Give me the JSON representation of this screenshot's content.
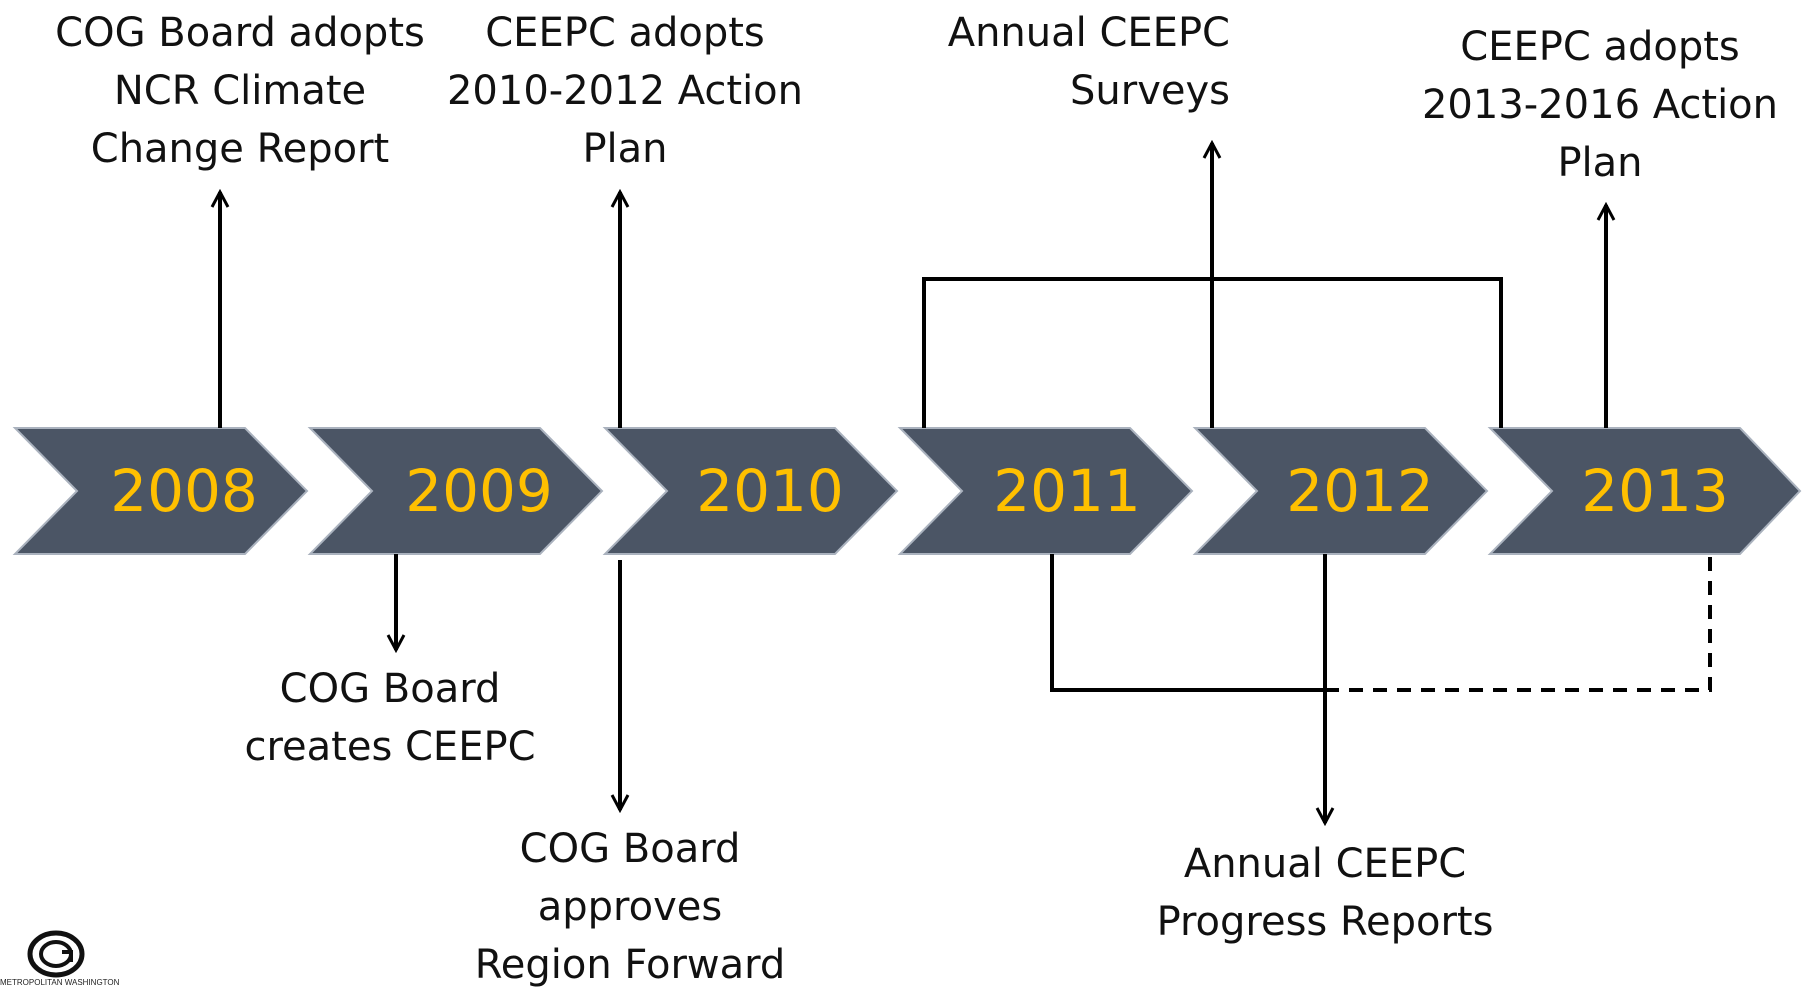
{
  "timeline": {
    "years": [
      "2008",
      "2009",
      "2010",
      "2011",
      "2012",
      "2013"
    ],
    "colors": {
      "chevron_fill": "#4B5565",
      "chevron_edge": "#AAB2BE",
      "year_text": "#FFC000",
      "connector": "#000000"
    }
  },
  "events": {
    "climate_report": [
      "COG Board adopts",
      "NCR Climate",
      "Change Report"
    ],
    "creates_ceepc": [
      "COG Board",
      "creates CEEPC"
    ],
    "action_plan_2010": [
      "CEEPC adopts",
      "2010-2012 Action",
      "Plan"
    ],
    "region_forward": [
      "COG Board",
      "approves",
      "Region Forward"
    ],
    "annual_surveys": [
      "Annual CEEPC",
      "Surveys"
    ],
    "progress_reports": [
      "Annual CEEPC",
      "Progress Reports"
    ],
    "action_plan_2013": [
      "CEEPC adopts",
      "2013-2016 Action",
      "Plan"
    ]
  },
  "logo": {
    "icon": "cog-logo-icon",
    "caption": "METROPOLITAN WASHINGTON"
  }
}
